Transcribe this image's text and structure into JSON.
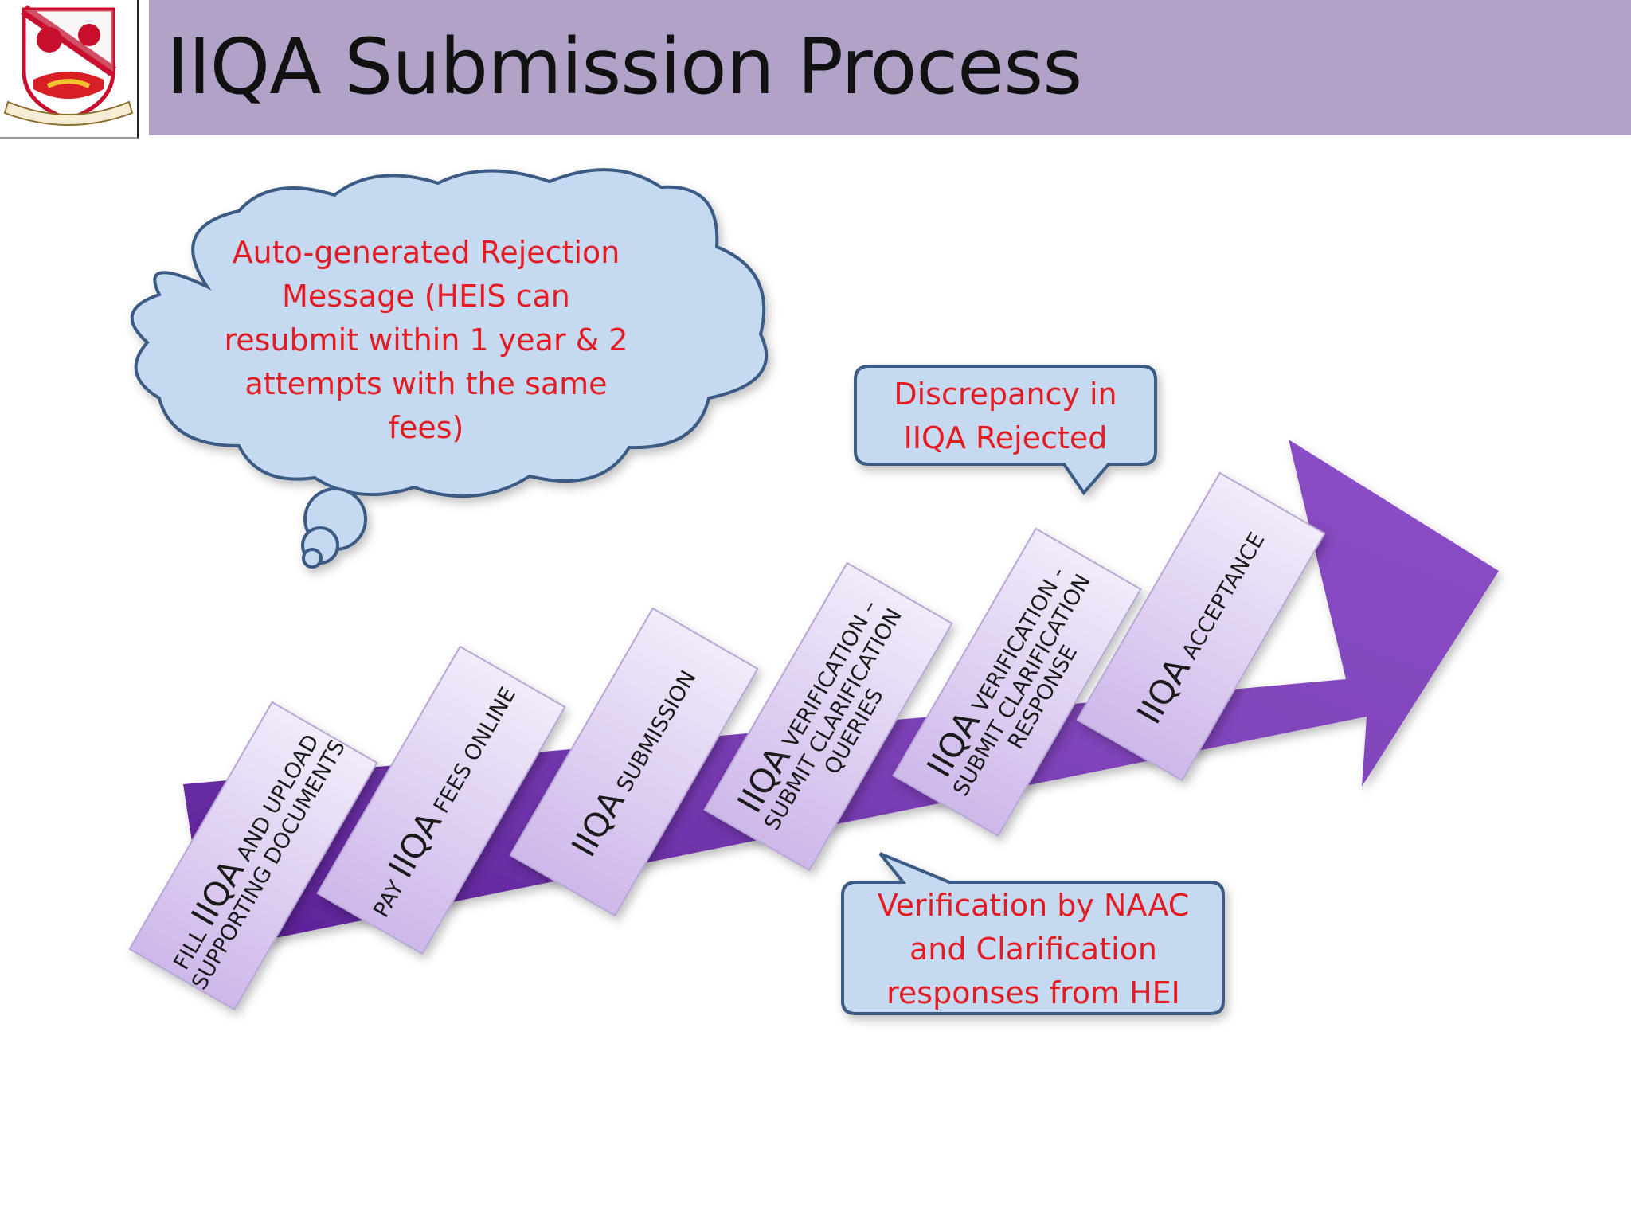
{
  "header": {
    "title": "IIQA Submission Process",
    "logo_icon": "college-crest-logo",
    "bar_color": "#b1a2c8"
  },
  "callouts": {
    "rejection_cloud": "Auto-generated Rejection Message (HEIS can resubmit within 1 year & 2 attempts with the same fees)",
    "discrepancy": "Discrepancy in IIQA Rejected",
    "verification": "Verification by NAAC and Clarification responses from HEI"
  },
  "steps": [
    {
      "a": "FILL ",
      "b": "IIQA",
      "c": " AND UPLOAD SUPPORTING DOCUMENTS"
    },
    {
      "a": "PAY ",
      "b": "IIQA",
      "c": " FEES ONLINE"
    },
    {
      "a": "",
      "b": "IIQA",
      "c": " SUBMISSION"
    },
    {
      "a": "",
      "b": "IIQA",
      "c": " VERIFICATION – SUBMIT CLARIFICATION QUERIES"
    },
    {
      "a": "",
      "b": "IIQA",
      "c": " VERIFICATION - SUBMIT CLARIFICATION RESPONSE"
    },
    {
      "a": "",
      "b": "IIQA",
      "c": " ACCEPTANCE"
    }
  ],
  "colors": {
    "arrow": "#7a3bb0",
    "callout_fill": "#c5d9f0",
    "callout_stroke": "#3b5a84",
    "callout_text": "#e31c23",
    "step_fill": "#dccdf0"
  }
}
